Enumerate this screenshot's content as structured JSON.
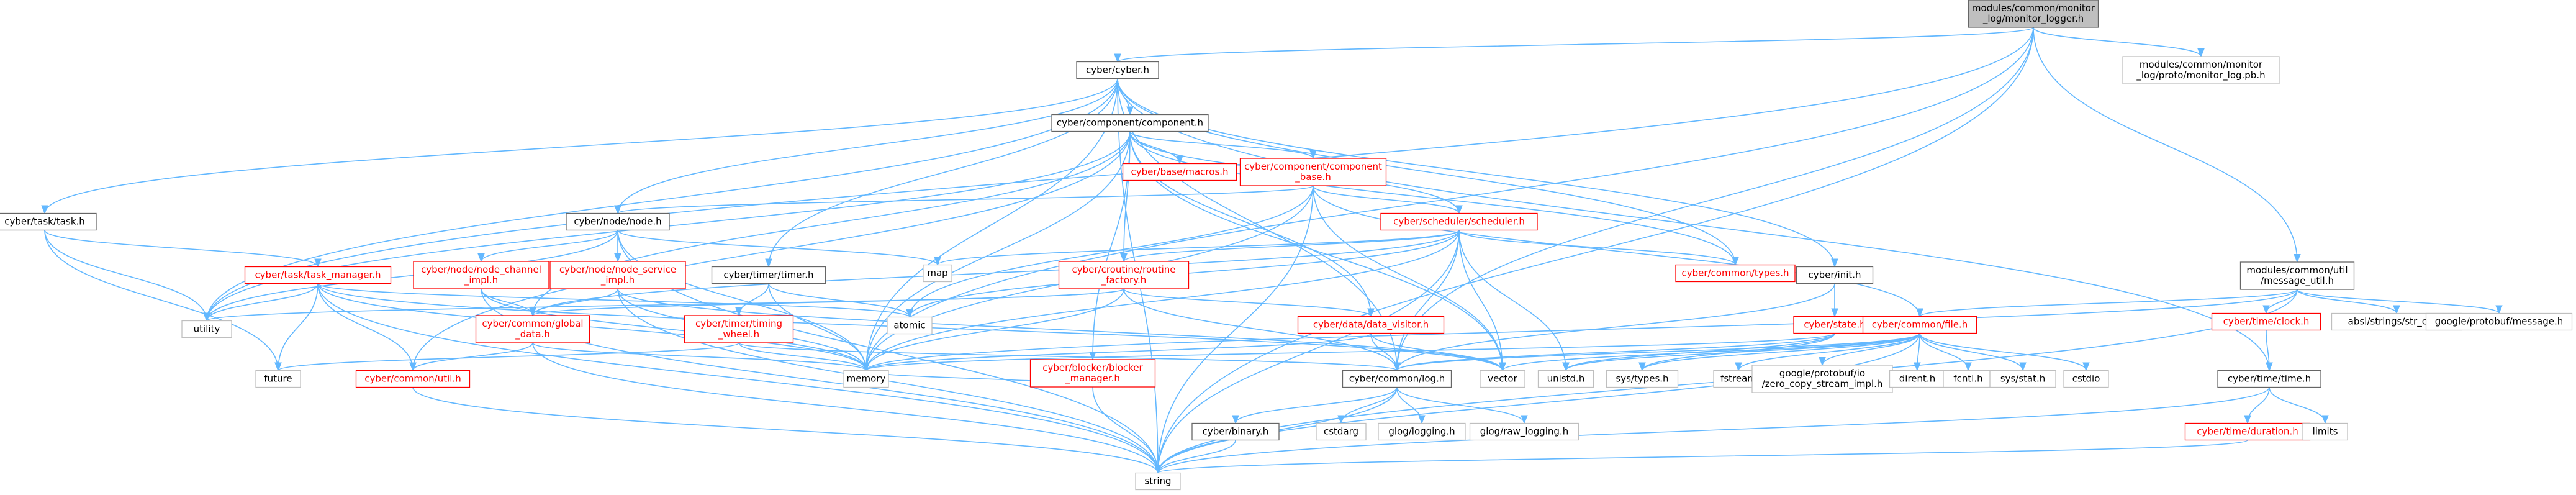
{
  "graph": {
    "nodes": [
      {
        "id": "root",
        "lines": [
          "modules/common/monitor",
          "_log/monitor_logger.h"
        ],
        "kind": "root"
      },
      {
        "id": "cyber_h",
        "lines": [
          "cyber/cyber.h"
        ],
        "kind": "normal"
      },
      {
        "id": "monitor_pb",
        "lines": [
          "modules/common/monitor",
          "_log/proto/monitor_log.pb.h"
        ],
        "kind": "grey"
      },
      {
        "id": "component_h",
        "lines": [
          "cyber/component/component.h"
        ],
        "kind": "normal"
      },
      {
        "id": "macros_h",
        "lines": [
          "cyber/base/macros.h"
        ],
        "kind": "red"
      },
      {
        "id": "component_base_h",
        "lines": [
          "cyber/component/component",
          "_base.h"
        ],
        "kind": "red"
      },
      {
        "id": "task_h",
        "lines": [
          "cyber/task/task.h"
        ],
        "kind": "normal"
      },
      {
        "id": "node_h",
        "lines": [
          "cyber/node/node.h"
        ],
        "kind": "normal"
      },
      {
        "id": "scheduler_h",
        "lines": [
          "cyber/scheduler/scheduler.h"
        ],
        "kind": "red"
      },
      {
        "id": "message_util_h",
        "lines": [
          "modules/common/util",
          "/message_util.h"
        ],
        "kind": "normal"
      },
      {
        "id": "init_h",
        "lines": [
          "cyber/init.h"
        ],
        "kind": "normal"
      },
      {
        "id": "map",
        "lines": [
          "map"
        ],
        "kind": "grey"
      },
      {
        "id": "types_h",
        "lines": [
          "cyber/common/types.h"
        ],
        "kind": "red"
      },
      {
        "id": "task_manager_h",
        "lines": [
          "cyber/task/task_manager.h"
        ],
        "kind": "red"
      },
      {
        "id": "node_channel_impl_h",
        "lines": [
          "cyber/node/node_channel",
          "_impl.h"
        ],
        "kind": "red"
      },
      {
        "id": "node_service_impl_h",
        "lines": [
          "cyber/node/node_service",
          "_impl.h"
        ],
        "kind": "red"
      },
      {
        "id": "timer_h",
        "lines": [
          "cyber/timer/timer.h"
        ],
        "kind": "normal"
      },
      {
        "id": "routine_factory_h",
        "lines": [
          "cyber/croutine/routine",
          "_factory.h"
        ],
        "kind": "red"
      },
      {
        "id": "str_cat_h",
        "lines": [
          "absl/strings/str_cat.h"
        ],
        "kind": "grey"
      },
      {
        "id": "protobuf_message_h",
        "lines": [
          "google/protobuf/message.h"
        ],
        "kind": "grey"
      },
      {
        "id": "clock_h",
        "lines": [
          "cyber/time/clock.h"
        ],
        "kind": "red"
      },
      {
        "id": "utility",
        "lines": [
          "utility"
        ],
        "kind": "grey"
      },
      {
        "id": "atomic",
        "lines": [
          "atomic"
        ],
        "kind": "grey"
      },
      {
        "id": "global_data_h",
        "lines": [
          "cyber/common/global",
          "_data.h"
        ],
        "kind": "red"
      },
      {
        "id": "timing_wheel_h",
        "lines": [
          "cyber/timer/timing",
          "_wheel.h"
        ],
        "kind": "red"
      },
      {
        "id": "blocker_manager_h",
        "lines": [
          "cyber/blocker/blocker",
          "_manager.h"
        ],
        "kind": "red"
      },
      {
        "id": "data_visitor_h",
        "lines": [
          "cyber/data/data_visitor.h"
        ],
        "kind": "red"
      },
      {
        "id": "state_h",
        "lines": [
          "cyber/state.h"
        ],
        "kind": "red"
      },
      {
        "id": "file_h",
        "lines": [
          "cyber/common/file.h"
        ],
        "kind": "red"
      },
      {
        "id": "future",
        "lines": [
          "future"
        ],
        "kind": "grey"
      },
      {
        "id": "util_h",
        "lines": [
          "cyber/common/util.h"
        ],
        "kind": "red"
      },
      {
        "id": "memory",
        "lines": [
          "memory"
        ],
        "kind": "grey"
      },
      {
        "id": "log_h",
        "lines": [
          "cyber/common/log.h"
        ],
        "kind": "normal"
      },
      {
        "id": "vector",
        "lines": [
          "vector"
        ],
        "kind": "grey"
      },
      {
        "id": "unistd_h",
        "lines": [
          "unistd.h"
        ],
        "kind": "grey"
      },
      {
        "id": "sys_types_h",
        "lines": [
          "sys/types.h"
        ],
        "kind": "grey"
      },
      {
        "id": "fstream",
        "lines": [
          "fstream"
        ],
        "kind": "grey"
      },
      {
        "id": "zero_copy_h",
        "lines": [
          "google/protobuf/io",
          "/zero_copy_stream_impl.h"
        ],
        "kind": "grey"
      },
      {
        "id": "dirent_h",
        "lines": [
          "dirent.h"
        ],
        "kind": "grey"
      },
      {
        "id": "fcntl_h",
        "lines": [
          "fcntl.h"
        ],
        "kind": "grey"
      },
      {
        "id": "sys_stat_h",
        "lines": [
          "sys/stat.h"
        ],
        "kind": "grey"
      },
      {
        "id": "cstdio",
        "lines": [
          "cstdio"
        ],
        "kind": "grey"
      },
      {
        "id": "time_h",
        "lines": [
          "cyber/time/time.h"
        ],
        "kind": "normal"
      },
      {
        "id": "binary_h",
        "lines": [
          "cyber/binary.h"
        ],
        "kind": "normal"
      },
      {
        "id": "cstdarg",
        "lines": [
          "cstdarg"
        ],
        "kind": "grey"
      },
      {
        "id": "glog_logging_h",
        "lines": [
          "glog/logging.h"
        ],
        "kind": "grey"
      },
      {
        "id": "glog_raw_logging_h",
        "lines": [
          "glog/raw_logging.h"
        ],
        "kind": "grey"
      },
      {
        "id": "duration_h",
        "lines": [
          "cyber/time/duration.h"
        ],
        "kind": "red"
      },
      {
        "id": "limits",
        "lines": [
          "limits"
        ],
        "kind": "grey"
      },
      {
        "id": "string",
        "lines": [
          "string"
        ],
        "kind": "grey"
      }
    ],
    "edges": [
      [
        "root",
        "cyber_h"
      ],
      [
        "root",
        "monitor_pb"
      ],
      [
        "root",
        "message_util_h"
      ],
      [
        "root",
        "utility"
      ],
      [
        "root",
        "memory"
      ],
      [
        "root",
        "string"
      ],
      [
        "root",
        "log_h"
      ],
      [
        "cyber_h",
        "component_h"
      ],
      [
        "cyber_h",
        "task_h"
      ],
      [
        "cyber_h",
        "node_h"
      ],
      [
        "cyber_h",
        "timer_h"
      ],
      [
        "cyber_h",
        "init_h"
      ],
      [
        "cyber_h",
        "types_h"
      ],
      [
        "cyber_h",
        "time_h"
      ],
      [
        "cyber_h",
        "log_h"
      ],
      [
        "cyber_h",
        "memory"
      ],
      [
        "cyber_h",
        "string"
      ],
      [
        "cyber_h",
        "utility"
      ],
      [
        "component_h",
        "macros_h"
      ],
      [
        "component_h",
        "component_base_h"
      ],
      [
        "component_h",
        "scheduler_h"
      ],
      [
        "component_h",
        "routine_factory_h"
      ],
      [
        "component_h",
        "blocker_manager_h"
      ],
      [
        "component_h",
        "data_visitor_h"
      ],
      [
        "component_h",
        "types_h"
      ],
      [
        "component_h",
        "global_data_h"
      ],
      [
        "component_h",
        "util_h"
      ],
      [
        "component_h",
        "utility"
      ],
      [
        "component_h",
        "memory"
      ],
      [
        "component_h",
        "vector"
      ],
      [
        "component_base_h",
        "node_h"
      ],
      [
        "component_base_h",
        "scheduler_h"
      ],
      [
        "component_base_h",
        "file_h"
      ],
      [
        "component_base_h",
        "atomic"
      ],
      [
        "component_base_h",
        "memory"
      ],
      [
        "component_base_h",
        "vector"
      ],
      [
        "component_base_h",
        "string"
      ],
      [
        "task_h",
        "task_manager_h"
      ],
      [
        "task_h",
        "utility"
      ],
      [
        "task_h",
        "future"
      ],
      [
        "node_h",
        "node_channel_impl_h"
      ],
      [
        "node_h",
        "node_service_impl_h"
      ],
      [
        "node_h",
        "map"
      ],
      [
        "node_h",
        "utility"
      ],
      [
        "node_h",
        "memory"
      ],
      [
        "node_h",
        "string"
      ],
      [
        "scheduler_h",
        "routine_factory_h"
      ],
      [
        "scheduler_h",
        "types_h"
      ],
      [
        "scheduler_h",
        "map"
      ],
      [
        "scheduler_h",
        "atomic"
      ],
      [
        "scheduler_h",
        "memory"
      ],
      [
        "scheduler_h",
        "vector"
      ],
      [
        "scheduler_h",
        "unistd_h"
      ],
      [
        "scheduler_h",
        "log_h"
      ],
      [
        "scheduler_h",
        "string"
      ],
      [
        "scheduler_h",
        "global_data_h"
      ],
      [
        "message_util_h",
        "str_cat_h"
      ],
      [
        "message_util_h",
        "protobuf_message_h"
      ],
      [
        "message_util_h",
        "clock_h"
      ],
      [
        "message_util_h",
        "file_h"
      ],
      [
        "message_util_h",
        "memory"
      ],
      [
        "message_util_h",
        "string"
      ],
      [
        "init_h",
        "state_h"
      ],
      [
        "init_h",
        "log_h"
      ],
      [
        "task_manager_h",
        "utility"
      ],
      [
        "task_manager_h",
        "atomic"
      ],
      [
        "task_manager_h",
        "future"
      ],
      [
        "task_manager_h",
        "memory"
      ],
      [
        "task_manager_h",
        "string"
      ],
      [
        "task_manager_h",
        "vector"
      ],
      [
        "task_manager_h",
        "util_h"
      ],
      [
        "node_channel_impl_h",
        "global_data_h"
      ],
      [
        "node_channel_impl_h",
        "memory"
      ],
      [
        "node_channel_impl_h",
        "string"
      ],
      [
        "node_service_impl_h",
        "global_data_h"
      ],
      [
        "node_service_impl_h",
        "memory"
      ],
      [
        "node_service_impl_h",
        "string"
      ],
      [
        "node_service_impl_h",
        "vector"
      ],
      [
        "timer_h",
        "timing_wheel_h"
      ],
      [
        "timer_h",
        "atomic"
      ],
      [
        "timer_h",
        "memory"
      ],
      [
        "routine_factory_h",
        "data_visitor_h"
      ],
      [
        "routine_factory_h",
        "log_h"
      ],
      [
        "routine_factory_h",
        "global_data_h"
      ],
      [
        "routine_factory_h",
        "memory"
      ],
      [
        "routine_factory_h",
        "utility"
      ],
      [
        "clock_h",
        "time_h"
      ],
      [
        "global_data_h",
        "util_h"
      ],
      [
        "global_data_h",
        "string"
      ],
      [
        "global_data_h",
        "memory"
      ],
      [
        "timing_wheel_h",
        "future"
      ],
      [
        "timing_wheel_h",
        "log_h"
      ],
      [
        "timing_wheel_h",
        "memory"
      ],
      [
        "blocker_manager_h",
        "memory"
      ],
      [
        "blocker_manager_h",
        "string"
      ],
      [
        "data_visitor_h",
        "log_h"
      ],
      [
        "data_visitor_h",
        "vector"
      ],
      [
        "data_visitor_h",
        "memory"
      ],
      [
        "state_h",
        "log_h"
      ],
      [
        "state_h",
        "unistd_h"
      ],
      [
        "state_h",
        "sys_types_h"
      ],
      [
        "state_h",
        "memory"
      ],
      [
        "file_h",
        "log_h"
      ],
      [
        "file_h",
        "vector"
      ],
      [
        "file_h",
        "string"
      ],
      [
        "file_h",
        "unistd_h"
      ],
      [
        "file_h",
        "sys_types_h"
      ],
      [
        "file_h",
        "fstream"
      ],
      [
        "file_h",
        "zero_copy_h"
      ],
      [
        "file_h",
        "dirent_h"
      ],
      [
        "file_h",
        "fcntl_h"
      ],
      [
        "file_h",
        "sys_stat_h"
      ],
      [
        "file_h",
        "cstdio"
      ],
      [
        "util_h",
        "string"
      ],
      [
        "log_h",
        "binary_h"
      ],
      [
        "log_h",
        "cstdarg"
      ],
      [
        "log_h",
        "glog_logging_h"
      ],
      [
        "log_h",
        "glog_raw_logging_h"
      ],
      [
        "log_h",
        "string"
      ],
      [
        "binary_h",
        "string"
      ],
      [
        "time_h",
        "duration_h"
      ],
      [
        "time_h",
        "limits"
      ],
      [
        "time_h",
        "string"
      ],
      [
        "duration_h",
        "string"
      ]
    ]
  }
}
